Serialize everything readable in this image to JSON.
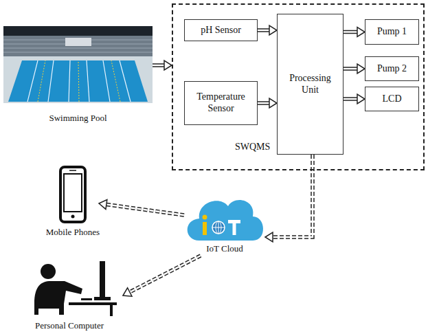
{
  "diagram": {
    "nodes": [
      {
        "text": [
          "Swimming Pool"
        ]
      },
      {
        "text": [
          "SWQMS"
        ]
      },
      {
        "text": [
          "pH Sensor"
        ],
        "in": 1
      },
      {
        "text": [
          "Temperature Sensor"
        ],
        "in": 1
      },
      {
        "text": [
          "Processing Unit"
        ],
        "in": 1
      },
      {
        "text": [
          "Pump 1"
        ],
        "in": 1
      },
      {
        "text": [
          "Pump 2"
        ],
        "in": 1
      },
      {
        "text": [
          "LCD"
        ],
        "in": 1
      },
      {
        "text": [
          "IoT Cloud"
        ]
      },
      {
        "text": [
          "Mobile Phones"
        ]
      },
      {
        "text": [
          "Personal Computer"
        ]
      }
    ],
    "edges": [
      {
        "from": 0,
        "to": 1,
        "arrow": "to"
      },
      {
        "from": 2,
        "to": 4,
        "arrow": "to"
      },
      {
        "from": 3,
        "to": 4,
        "arrow": "to"
      },
      {
        "from": 4,
        "to": 5,
        "arrow": "to"
      },
      {
        "from": 4,
        "to": 6,
        "arrow": "to"
      },
      {
        "from": 4,
        "to": 7,
        "arrow": "to"
      },
      {
        "from": 4,
        "to": 8,
        "arrow": "to"
      },
      {
        "from": 8,
        "to": 9,
        "arrow": "to"
      },
      {
        "from": 8,
        "to": 10,
        "arrow": "to"
      }
    ]
  }
}
